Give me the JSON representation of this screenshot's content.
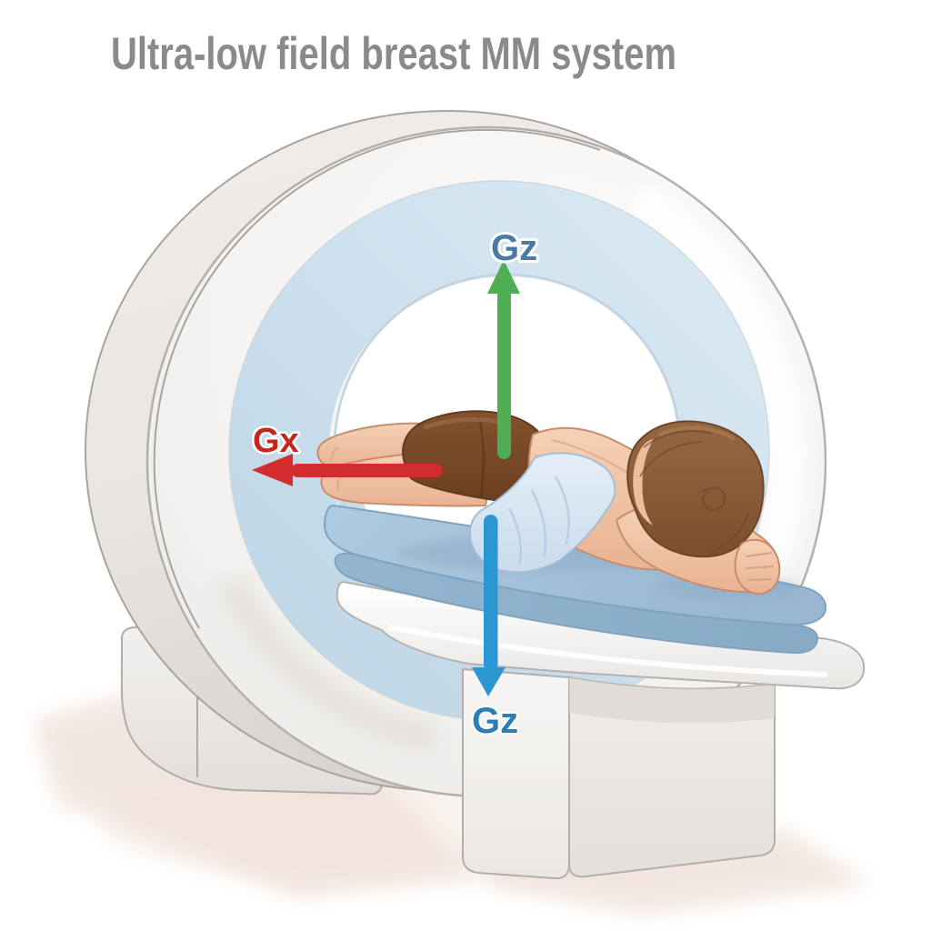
{
  "header": {
    "title": "Ultra-low field breast MM system",
    "title_color": "#8b8989"
  },
  "axis_annotations": {
    "gz_up": {
      "label": "Gz",
      "direction": "up",
      "arrow_color": "#4fae54",
      "label_color": "#4a7aa5"
    },
    "gx_left": {
      "label": "Gx",
      "direction": "left",
      "arrow_color": "#d22c2c",
      "label_color": "#c8261d"
    },
    "gz_down": {
      "label": "Gz",
      "direction": "down",
      "arrow_color": "#2a96d2",
      "label_color": "#2c7fb6"
    }
  },
  "illustration": {
    "alt": "Patient lying prone on the table of an open-bore MRI scanner",
    "palette": {
      "gantry_shell": "#f2f0ee",
      "ring_blue": "#cde0ed",
      "bore_white": "#ffffff",
      "mattress_blue": "#a5c2da",
      "table_white": "#f7f5f3",
      "skin": "#f2c9ad",
      "hair_brown": "#8a5c3c",
      "wrap_blue": "#dce8f4",
      "floor_shadow": "#f1e2da"
    }
  }
}
